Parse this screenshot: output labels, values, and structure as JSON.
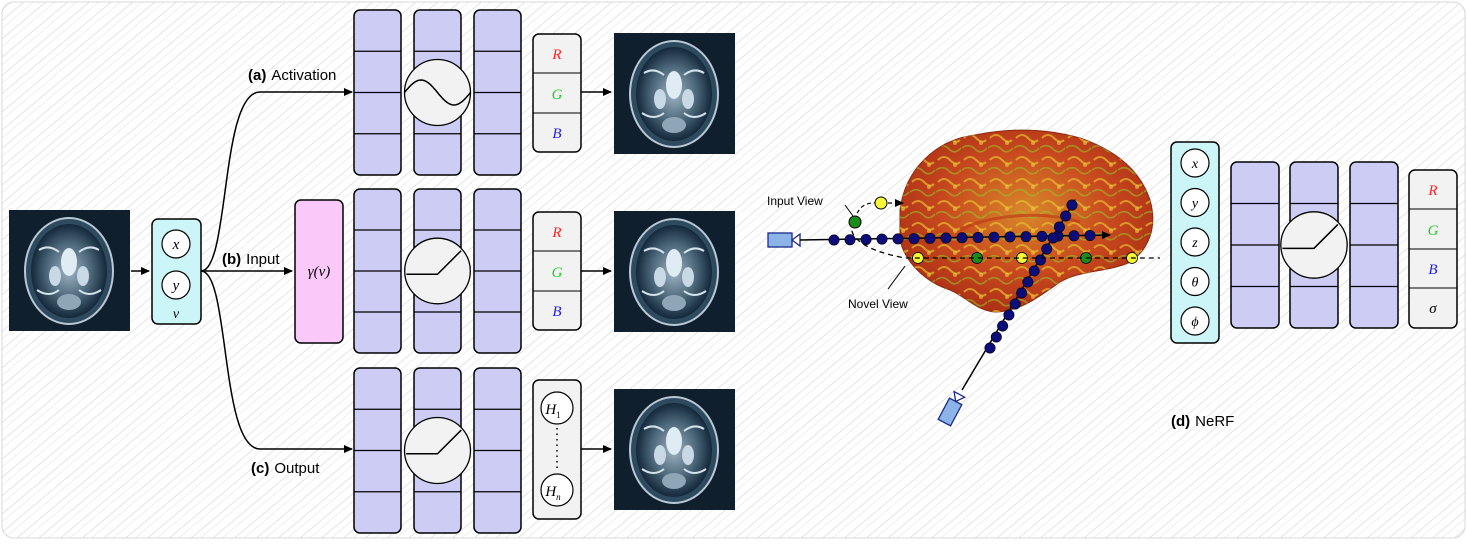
{
  "labels": {
    "activation_prefix": "(a)",
    "activation_text": "Activation",
    "input_prefix": "(b)",
    "input_text": "Input",
    "output_prefix": "(c)",
    "output_text": "Output",
    "nerf_prefix": "(d)",
    "nerf_text": "NeRF",
    "input_view": "Input View",
    "novel_view": "Novel View"
  },
  "coords_input": {
    "x": "x",
    "y": "y",
    "v": "v"
  },
  "encoding": "γ(v)",
  "rgb": {
    "r": "R",
    "g": "G",
    "b": "B"
  },
  "hash_heads": {
    "first": "H",
    "first_sub": "1",
    "last": "H",
    "last_sub": "n"
  },
  "nerf_inputs": [
    "x",
    "y",
    "z",
    "θ",
    "ϕ"
  ],
  "nerf_outputs": [
    "R",
    "G",
    "B",
    "σ"
  ],
  "colors": {
    "mlp_fill": "#ccccf5",
    "input_box": "#ccf5f8",
    "encoding_box": "#fbc8fa",
    "out_box": "#f2f2f2",
    "r": "#ff2020",
    "g": "#22cc22",
    "b": "#2222dd",
    "ray": "#0d0d7a",
    "ray_yellow": "#f7f73a",
    "ray_green": "#1a8c1a"
  }
}
